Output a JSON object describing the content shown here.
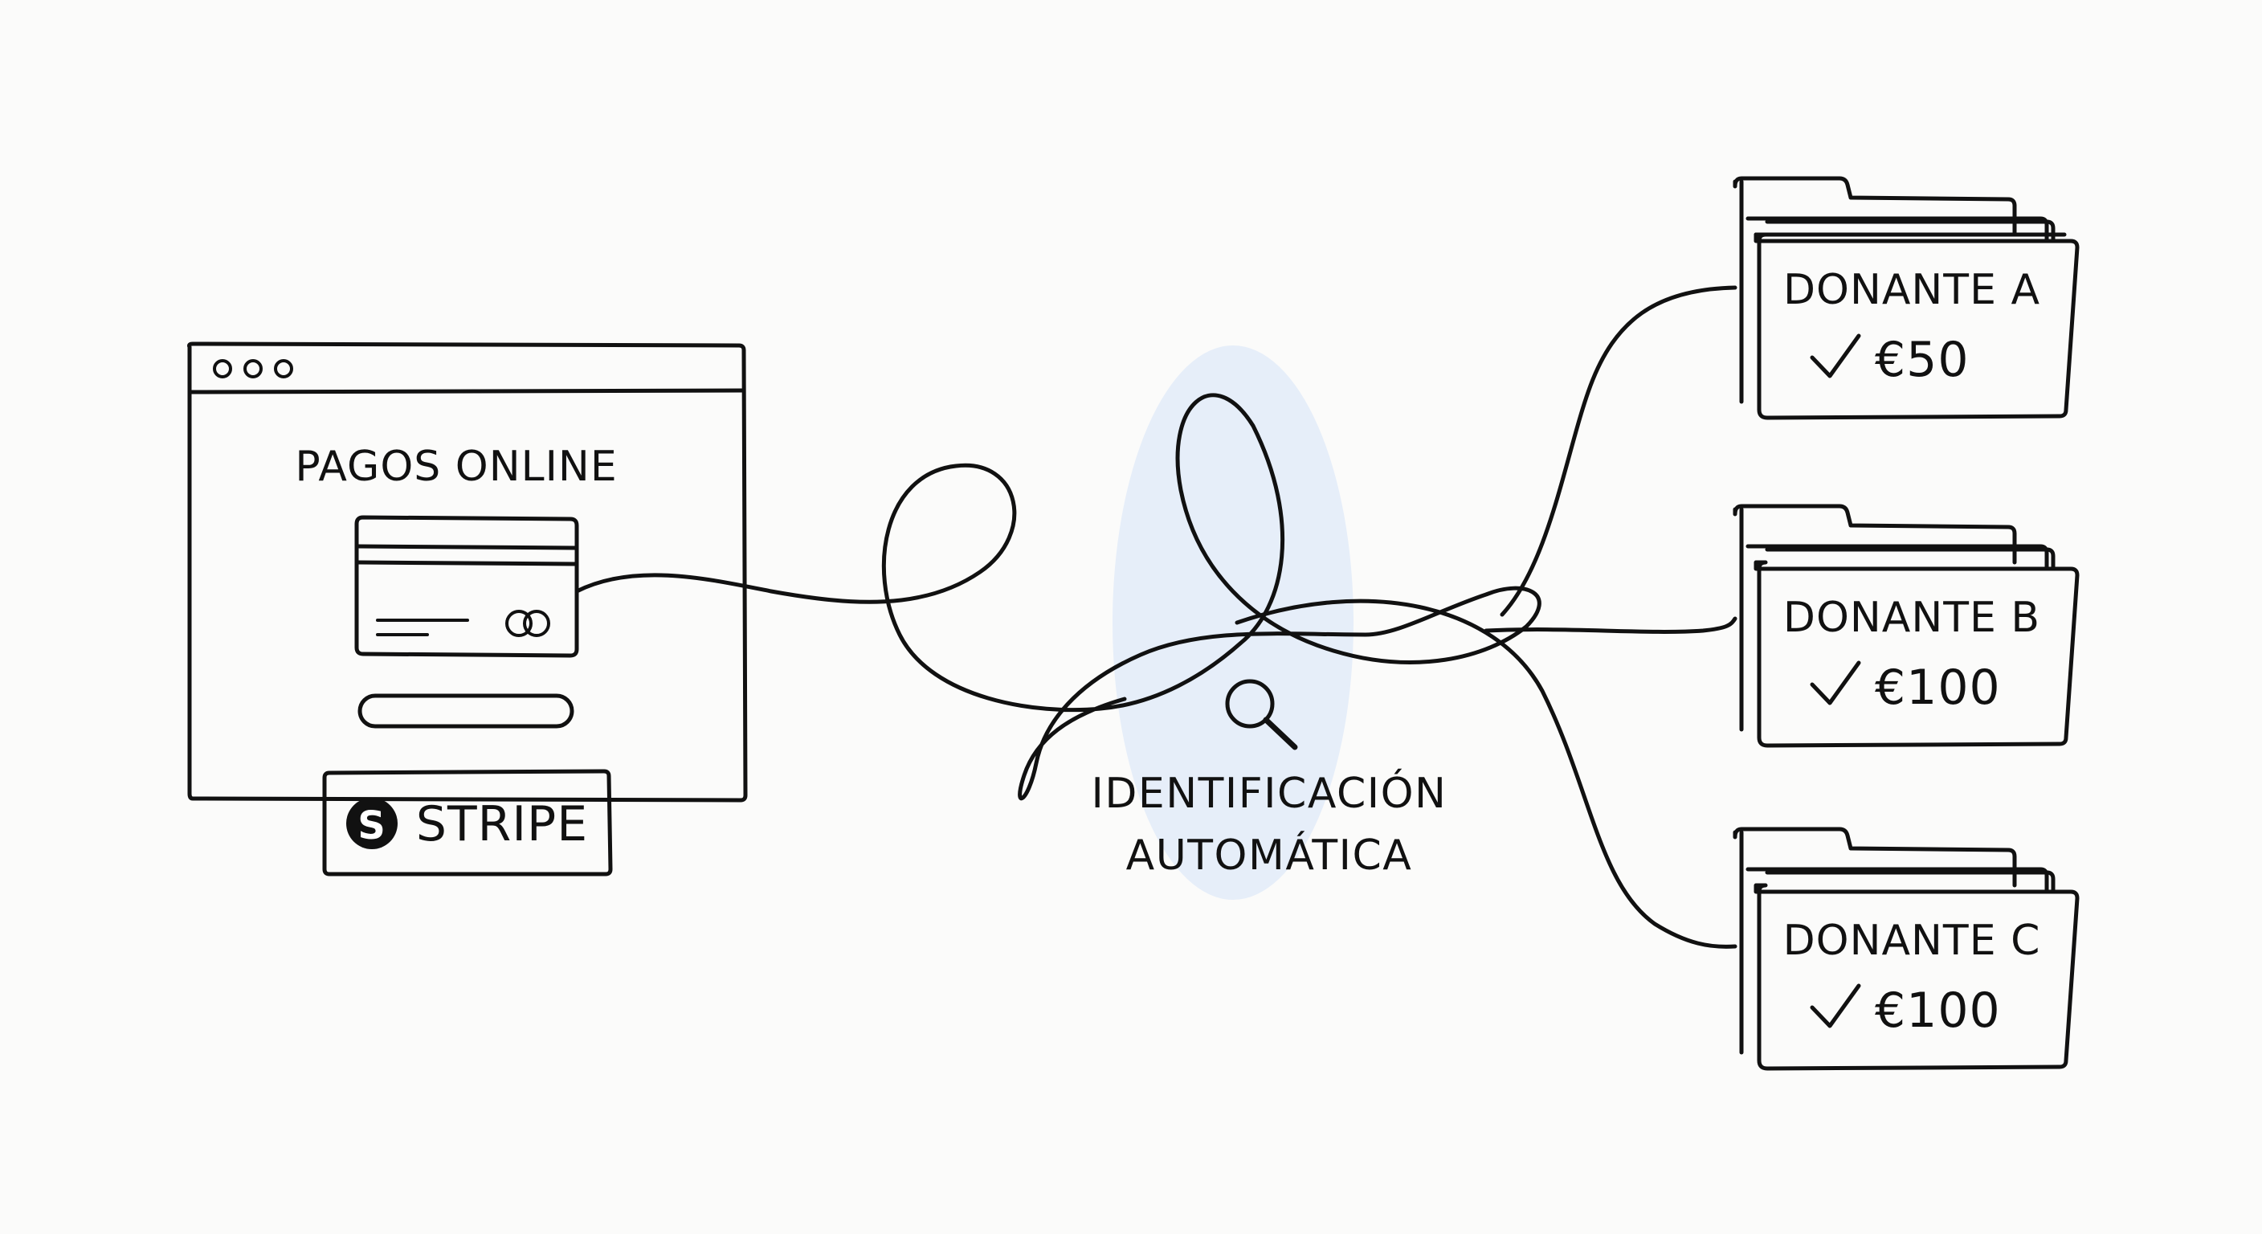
{
  "browser": {
    "title": "PAGOS ONLINE",
    "icons": [
      "window-dots",
      "credit-card-icon",
      "button-bar"
    ]
  },
  "stripe_badge": {
    "logo_letter": "S",
    "label": "STRIPE"
  },
  "center": {
    "line1": "IDENTIFICACIÓN",
    "line2": "AUTOMÁTICA",
    "icon": "magnifier-icon",
    "highlight_color": "#e6eef9"
  },
  "folders": [
    {
      "name": "DONANTE A",
      "amount": "€50",
      "check_icon": "checkmark-icon"
    },
    {
      "name": "DONANTE B",
      "amount": "€100",
      "check_icon": "checkmark-icon"
    },
    {
      "name": "DONANTE C",
      "amount": "€100",
      "check_icon": "checkmark-icon"
    }
  ],
  "colors": {
    "ink": "#111111",
    "background": "#fbfbfa",
    "highlight": "#e6eef9"
  }
}
